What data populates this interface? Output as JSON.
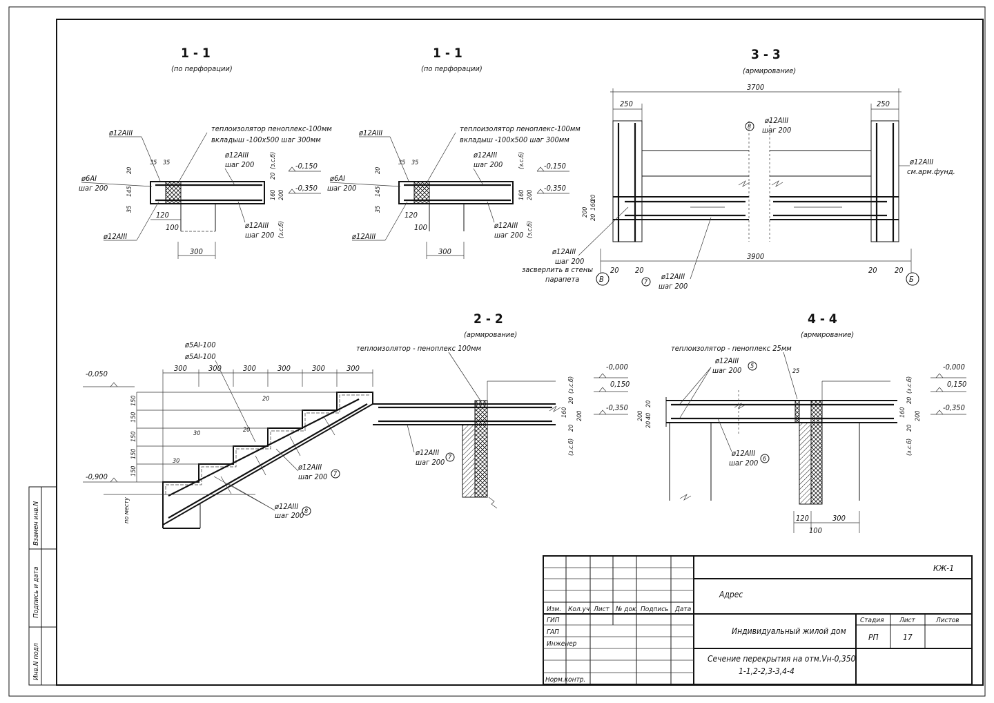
{
  "sections": {
    "s11a": {
      "title": "1 - 1",
      "subtitle": "(по перфорации)"
    },
    "s11b": {
      "title": "1 - 1",
      "subtitle": "(по перфорации)"
    },
    "s33": {
      "title": "3 - 3",
      "subtitle": "(армирование)"
    },
    "s22": {
      "title": "2 - 2",
      "subtitle": "(армирование)"
    },
    "s44": {
      "title": "4 - 4",
      "subtitle": "(армирование)"
    }
  },
  "labels": {
    "insul1": "теплоизолятор пеноплекс-100мм",
    "insul2": "вкладыш -100х500 шаг 300мм",
    "insul22": "теплоизолятор - пеноплекс 100мм",
    "insul44": "теплоизолятор - пеноплекс 25мм",
    "r12": "ø12AIII",
    "r6": "ø6AI",
    "r5": "ø5AI-100",
    "step": "шаг 200",
    "zsb": "(з.с.б)",
    "drill1": "засверлить в стены",
    "drill2": "парапета",
    "armfund": "см.арм.фунд.",
    "bymeste": "по месту"
  },
  "levels": {
    "m0150": "-0,150",
    "m0350": "-0,350",
    "m0000": "-0,000",
    "p0150": "0,150",
    "m0050": "-0,050",
    "m0900": "-0,900"
  },
  "dims": {
    "d35": "35",
    "d20": "20",
    "d145": "145",
    "d120": "120",
    "d100": "100",
    "d300": "300",
    "d160": "160",
    "d200": "200",
    "d250": "250",
    "d3700": "3700",
    "d3900": "3900",
    "d150": "150",
    "d30": "30",
    "d25": "25",
    "d40": "40"
  },
  "marks": {
    "m5": "5",
    "m6": "6",
    "m7": "7",
    "m8": "8",
    "axisV": "В",
    "axisB": "Б"
  },
  "titleblock": {
    "code": "КЖ-1",
    "address": "Адрес",
    "project": "Индивидуальный жилой дом",
    "desc1": "Сечение перекрытия на отм.Vн-0,350",
    "desc2": "1-1,2-2,3-3,4-4",
    "stage_h": "Стадия",
    "sheet_h": "Лист",
    "sheets_h": "Листов",
    "stage": "РП",
    "sheet": "17",
    "sheets": "",
    "cols": [
      "Изм.",
      "Кол.уч.",
      "Лист",
      "№ док.",
      "Подпись",
      "Дата"
    ],
    "roles": [
      "ГИП",
      "ГАП",
      "Инженер",
      "",
      "",
      "Норм.контр."
    ]
  },
  "sidebar": {
    "vzam": "Взамен инв.N",
    "podp": "Подпись и дата",
    "inv": "Инв.N подл"
  }
}
